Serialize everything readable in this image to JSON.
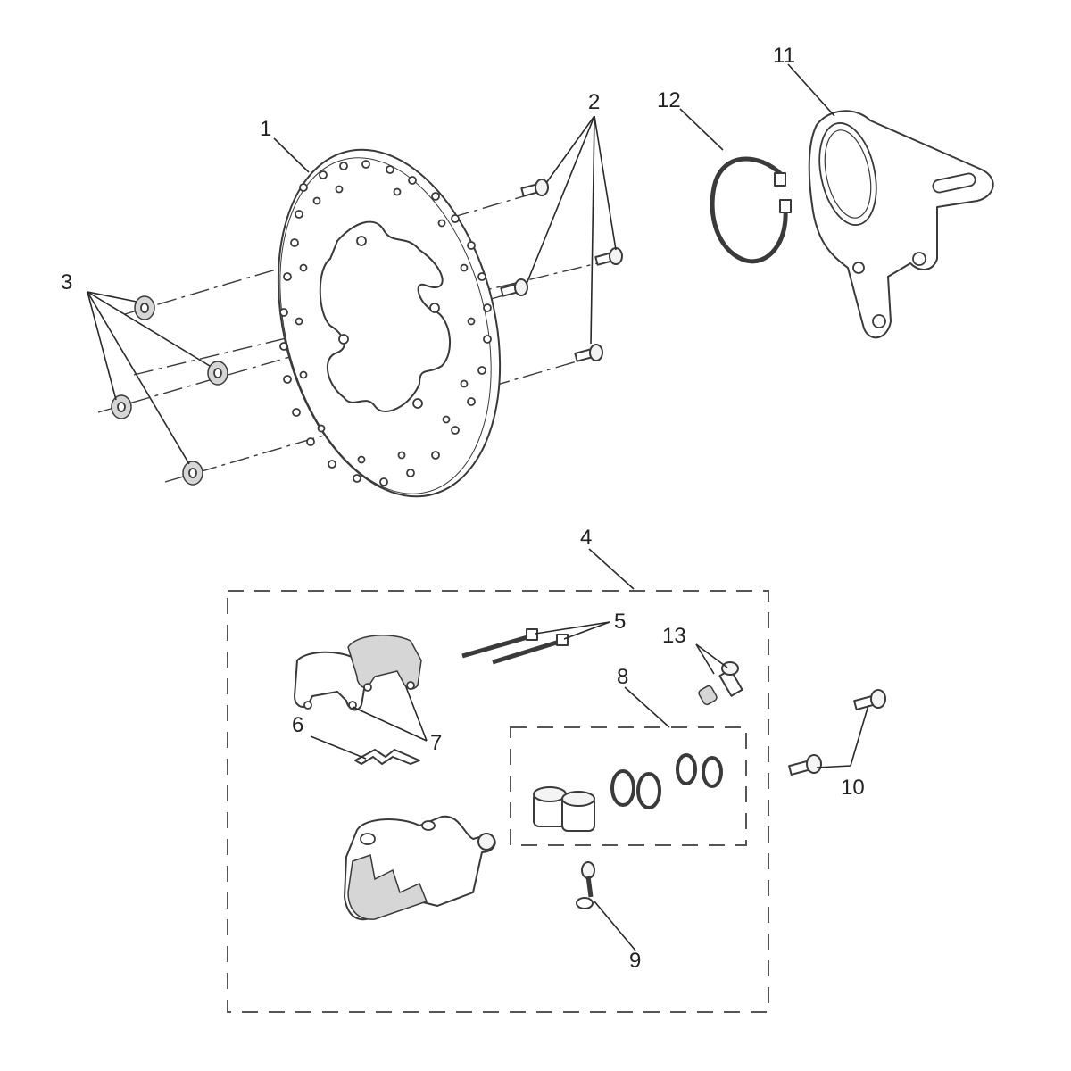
{
  "callouts": {
    "c1": "1",
    "c2": "2",
    "c3": "3",
    "c4": "4",
    "c5": "5",
    "c6": "6",
    "c7": "7",
    "c8": "8",
    "c9": "9",
    "c10": "10",
    "c11": "11",
    "c12": "12",
    "c13": "13"
  },
  "colors": {
    "line": "#3a3a3a",
    "background": "#ffffff",
    "shade": "#d6d6d6"
  }
}
